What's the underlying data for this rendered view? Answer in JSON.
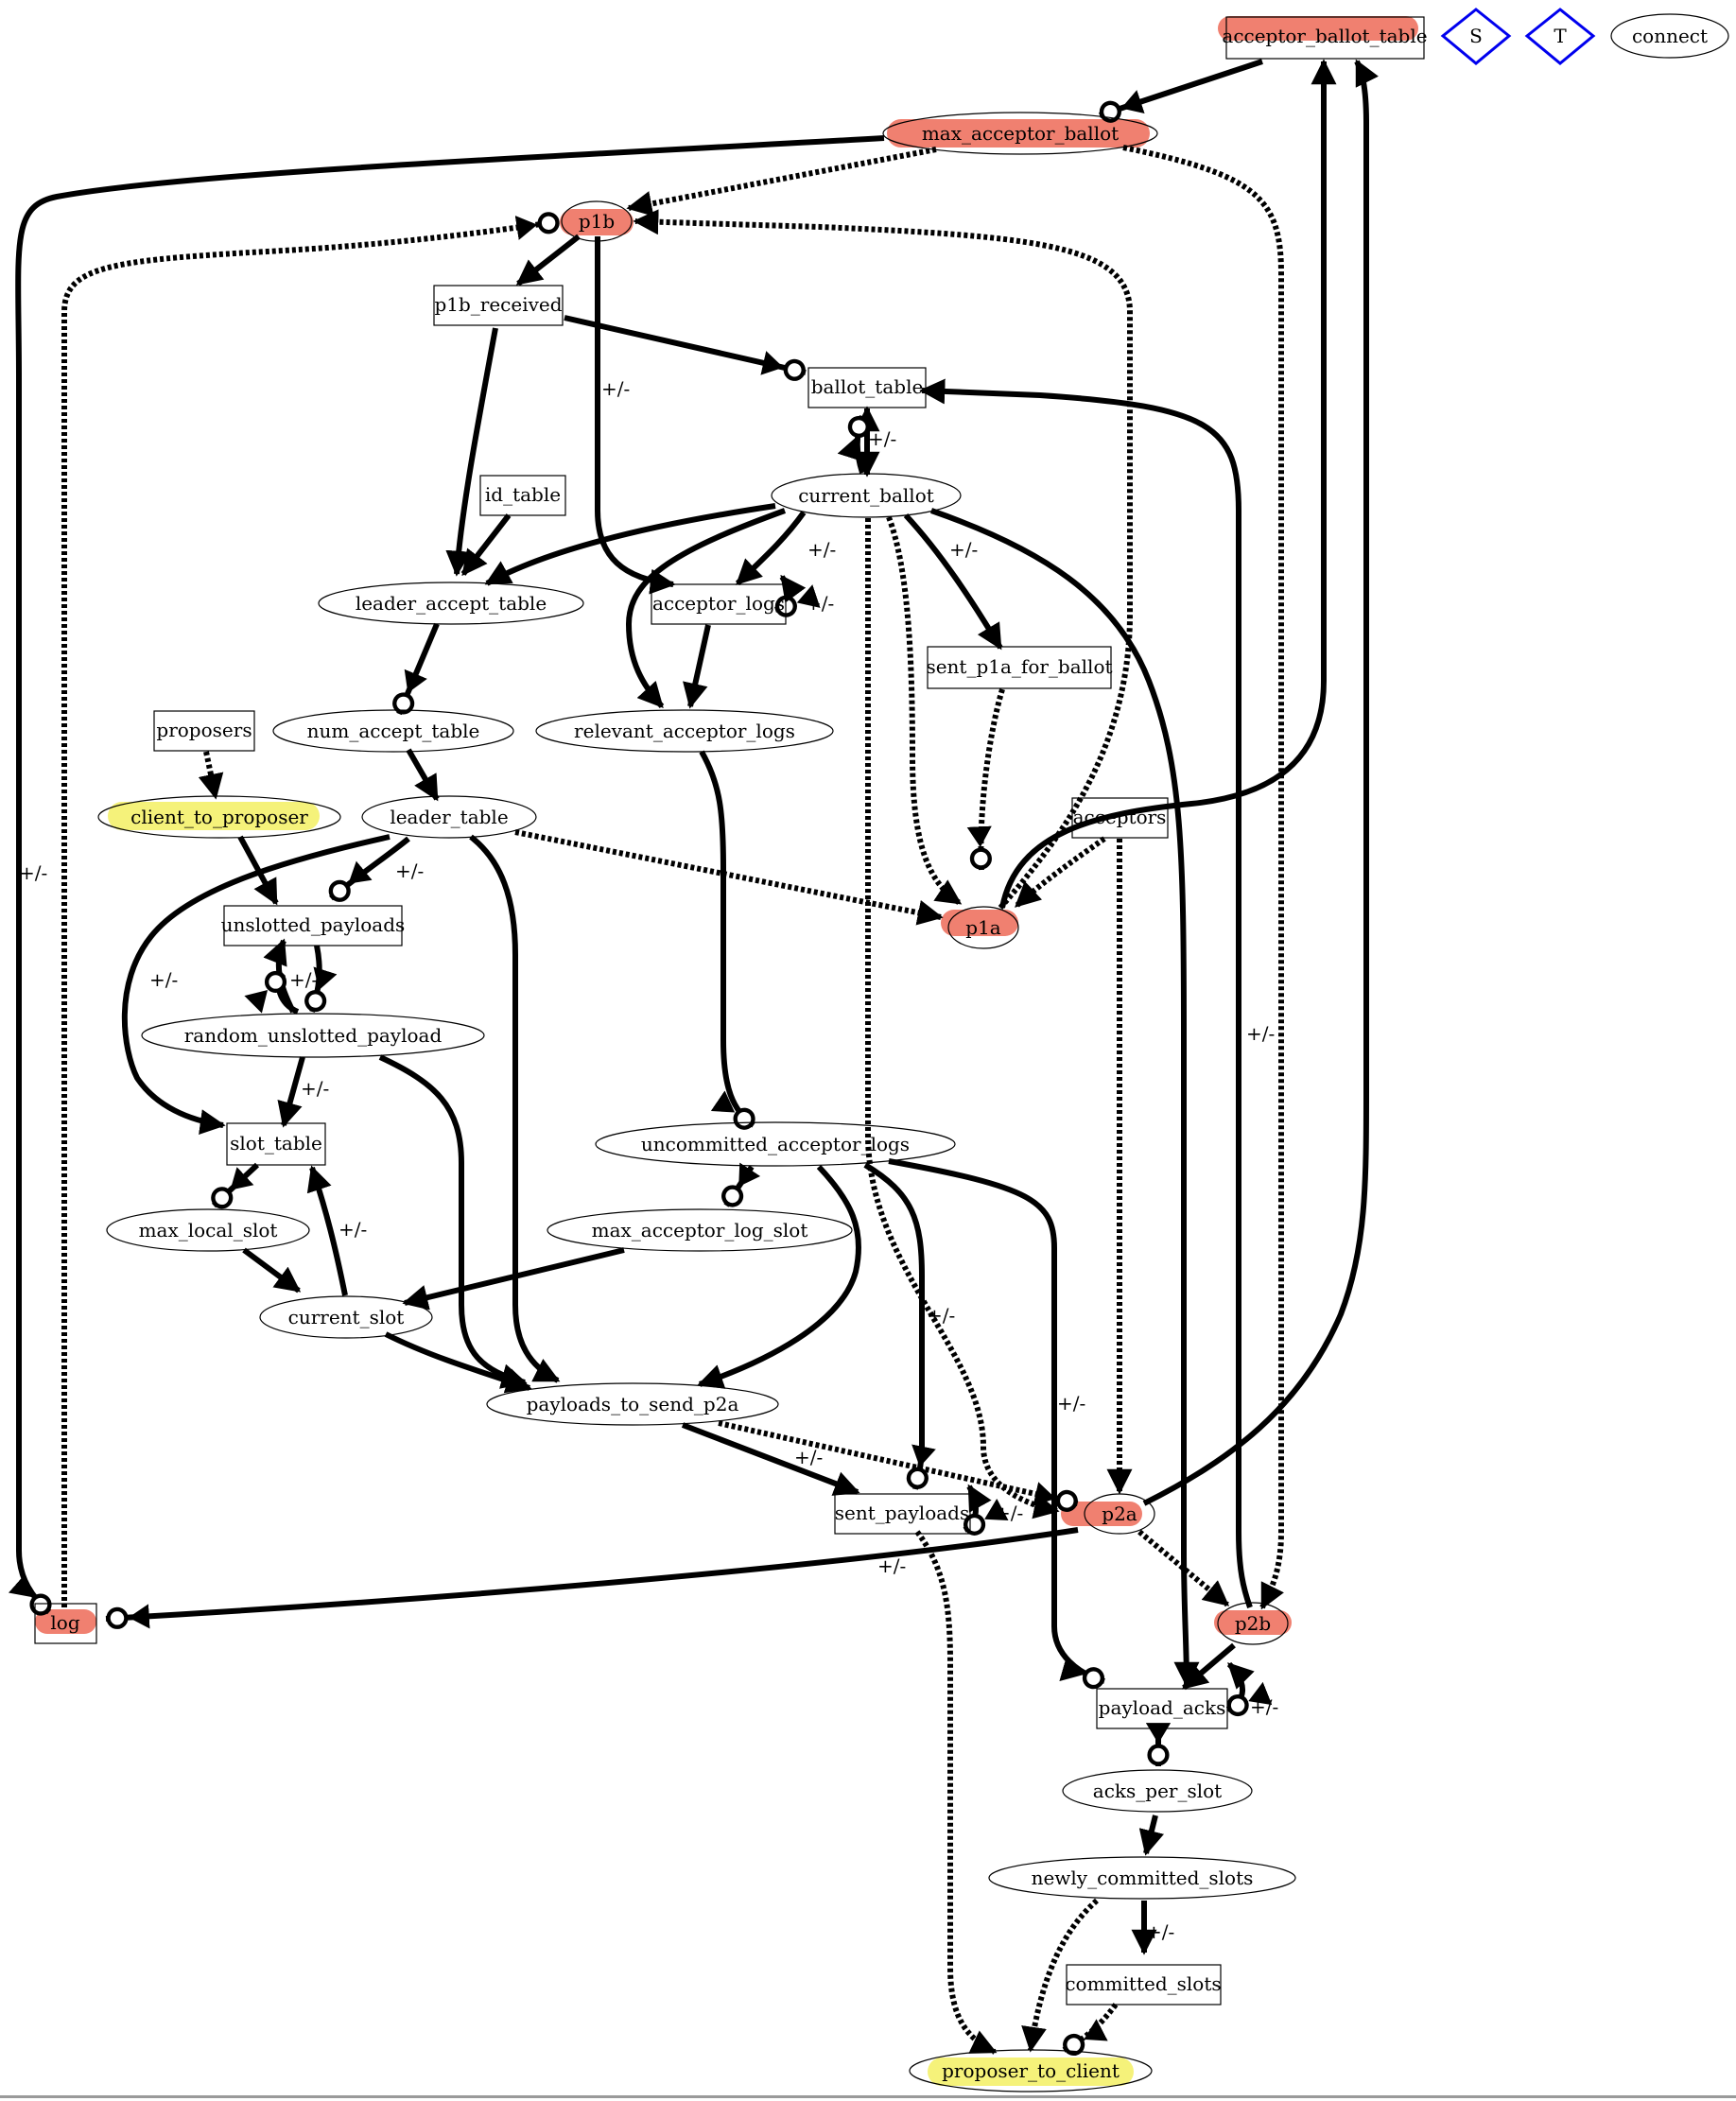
{
  "colors": {
    "highlight_red": "#f08070",
    "highlight_yellow": "#f5f27a",
    "legend_blue": "#0000ee",
    "edge": "#000000"
  },
  "nodes": {
    "acceptor_ballot_table": "acceptor_ballot_table",
    "max_acceptor_ballot": "max_acceptor_ballot",
    "p1b": "p1b",
    "p1b_received": "p1b_received",
    "ballot_table": "ballot_table",
    "current_ballot": "current_ballot",
    "id_table": "id_table",
    "leader_accept_table": "leader_accept_table",
    "acceptor_logs": "acceptor_logs",
    "sent_p1a_for_ballot": "sent_p1a_for_ballot",
    "proposers": "proposers",
    "num_accept_table": "num_accept_table",
    "relevant_acceptor_logs": "relevant_acceptor_logs",
    "client_to_proposer": "client_to_proposer",
    "leader_table": "leader_table",
    "acceptors": "acceptors",
    "p1a": "p1a",
    "unslotted_payloads": "unslotted_payloads",
    "random_unslotted_payload": "random_unslotted_payload",
    "slot_table": "slot_table",
    "uncommitted_acceptor_logs": "uncommitted_acceptor_logs",
    "max_local_slot": "max_local_slot",
    "max_acceptor_log_slot": "max_acceptor_log_slot",
    "current_slot": "current_slot",
    "payloads_to_send_p2a": "payloads_to_send_p2a",
    "sent_payloads": "sent_payloads",
    "p2a": "p2a",
    "log": "log",
    "p2b": "p2b",
    "payload_acks": "payload_acks",
    "acks_per_slot": "acks_per_slot",
    "newly_committed_slots": "newly_committed_slots",
    "committed_slots": "committed_slots",
    "proposer_to_client": "proposer_to_client"
  },
  "legend": {
    "S": "S",
    "T": "T",
    "connect": "connect"
  },
  "edge_label": "+/-"
}
